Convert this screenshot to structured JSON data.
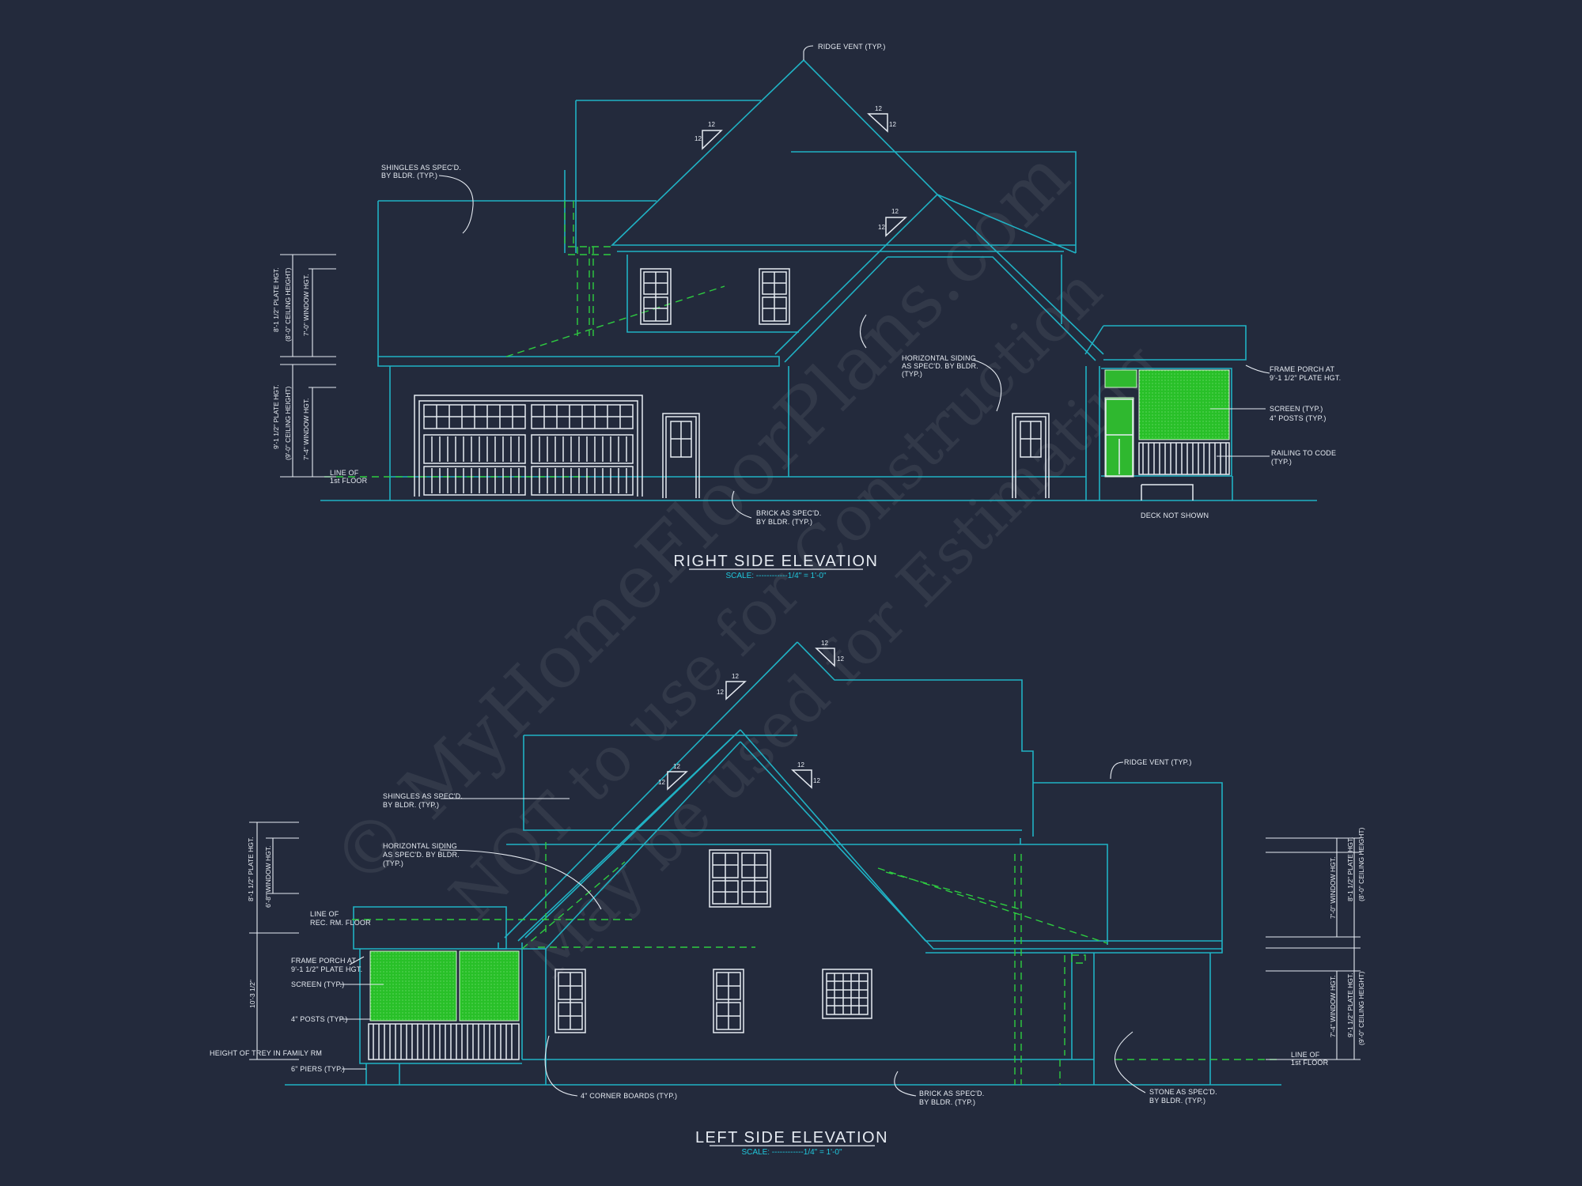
{
  "right_elevation": {
    "title": "RIGHT SIDE ELEVATION",
    "scale": "SCALE: ------------1/4\" = 1'-0\"",
    "notes": {
      "ridge_vent": "RIDGE VENT (TYP.)",
      "shingles_1": "SHINGLES AS SPEC'D.",
      "shingles_2": "BY BLDR. (TYP.)",
      "siding_1": "HORIZONTAL SIDING",
      "siding_2": "AS SPEC'D. BY BLDR.",
      "siding_3": "(TYP.)",
      "frame_porch_1": "FRAME PORCH AT",
      "frame_porch_2": "9'-1 1/2\" PLATE HGT.",
      "screen": "SCREEN (TYP.)",
      "posts": "4\" POSTS (TYP.)",
      "railing_1": "RAILING TO CODE",
      "railing_2": "(TYP.)",
      "brick_1": "BRICK AS SPEC'D.",
      "brick_2": "BY BLDR. (TYP.)",
      "deck": "DECK NOT SHOWN",
      "line_of_1": "LINE OF",
      "line_of_2": "1st FLOOR"
    },
    "dims": {
      "plate_2": "8'-1 1/2\" PLATE HGT.",
      "ceiling_2": "(8'-0\" CEILING HEIGHT)",
      "window_2": "7'-0\" WINDOW HGT.",
      "plate_1": "9'-1 1/2\" PLATE HGT.",
      "ceiling_1": "(9'-0\" CEILING HEIGHT)",
      "window_1": "7'-4\" WINDOW HGT."
    },
    "pitch": "12"
  },
  "left_elevation": {
    "title": "LEFT SIDE ELEVATION",
    "scale": "SCALE: ------------1/4\" = 1'-0\"",
    "notes": {
      "ridge_vent": "RIDGE VENT (TYP.)",
      "shingles_1": "SHINGLES AS SPEC'D.",
      "shingles_2": "BY BLDR. (TYP.)",
      "siding_1": "HORIZONTAL SIDING",
      "siding_2": "AS SPEC'D. BY BLDR.",
      "siding_3": "(TYP.)",
      "line_rec_1": "LINE OF",
      "line_rec_2": "REC. RM. FLOOR",
      "frame_porch_1": "FRAME PORCH AT",
      "frame_porch_2": "9'-1 1/2\" PLATE HGT.",
      "screen": "SCREEN (TYP.)",
      "posts": "4\" POSTS (TYP.)",
      "trey": "HEIGHT OF TREY IN FAMILY RM",
      "piers": "6\" PIERS (TYP.)",
      "corner": "4\" CORNER BOARDS (TYP.)",
      "brick_1": "BRICK AS SPEC'D.",
      "brick_2": "BY BLDR. (TYP.)",
      "stone_1": "STONE AS SPEC'D.",
      "stone_2": "BY BLDR. (TYP.)",
      "line_of_1": "LINE OF",
      "line_of_2": "1st FLOOR"
    },
    "dims": {
      "plate_left": "8'-1 1/2\" PLATE HGT.",
      "window_left": "6'-8\" WINDOW HGT.",
      "porch_dim": "10'-3 1/2\"",
      "window_2": "7'-0\" WINDOW HGT.",
      "plate_2": "8'-1 1/2\" PLATE HGT.",
      "ceiling_2": "(8'-0\" CEILING HEIGHT)",
      "window_1": "7'-4\" WINDOW HGT.",
      "plate_1": "9'-1 1/2\" PLATE HGT.",
      "ceiling_1": "(9'-0\" CEILING HEIGHT)"
    },
    "pitch": "12"
  },
  "watermark": {
    "line1": "© MyHomeFloorPlans.com",
    "line2": "NOT to use for Construction",
    "line3": "May be used for Estimating"
  }
}
